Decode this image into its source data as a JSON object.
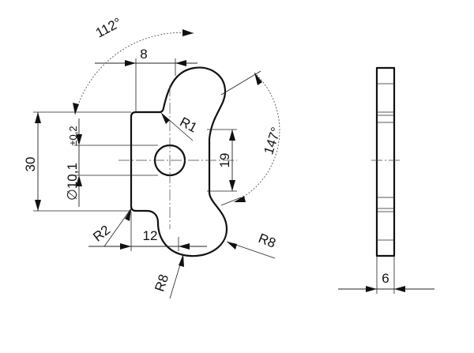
{
  "front_view": {
    "dim_width_top": "8",
    "angle_top": "112°",
    "dim_height_total": "30",
    "dim_bore": "∅10,1",
    "dim_bore_tolerance": "±0,2",
    "dim_radius_inner": "R1",
    "dim_slot": "19",
    "angle_right": "147°",
    "dim_radius_corner": "R2",
    "dim_width_bottom": "12",
    "dim_radius_bottom_left": "R8",
    "dim_radius_bottom_right": "R8"
  },
  "side_view": {
    "dim_thickness": "6"
  }
}
